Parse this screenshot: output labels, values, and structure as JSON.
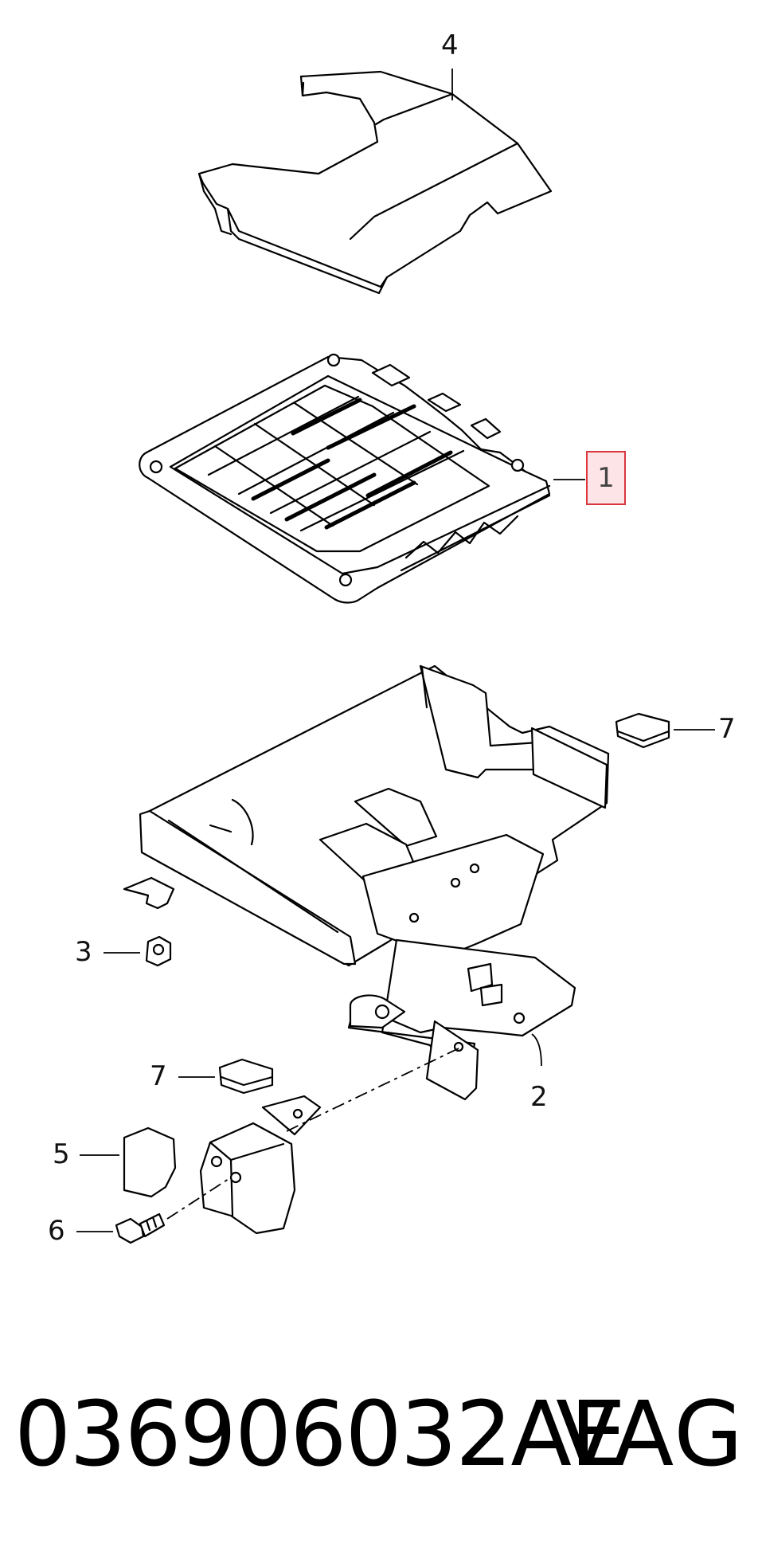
{
  "callouts": {
    "p1": "1",
    "p2": "2",
    "p3": "3",
    "p4": "4",
    "p5": "5",
    "p6": "6",
    "p7a": "7",
    "p7b": "7"
  },
  "highlight_color": "#d9363e",
  "footer": {
    "part_number": "036906032AE",
    "brand": "VAG"
  }
}
